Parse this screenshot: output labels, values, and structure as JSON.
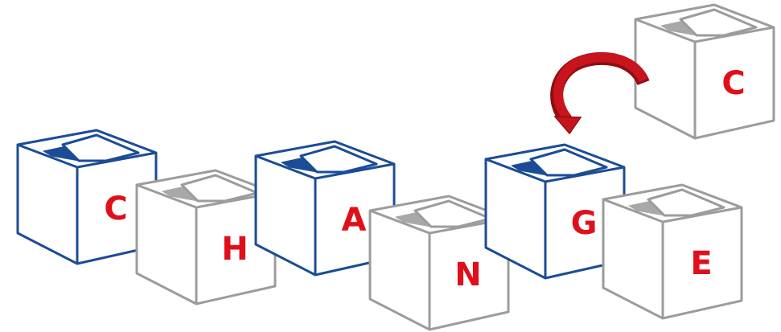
{
  "colors": {
    "blue_outline": "#1b4c96",
    "blue_inner": "#1b4c96",
    "gray_outline": "#9c9c9c",
    "gray_inner": "#a8a8a8",
    "letter": "#e0101a",
    "arrow": "#c8141c",
    "arrow_dark": "#8f0d12"
  },
  "boxes": [
    {
      "letter": "C",
      "style": "blue"
    },
    {
      "letter": "H",
      "style": "gray"
    },
    {
      "letter": "A",
      "style": "blue"
    },
    {
      "letter": "N",
      "style": "gray"
    },
    {
      "letter": "G",
      "style": "blue"
    },
    {
      "letter": "E",
      "style": "gray"
    },
    {
      "letter": "C",
      "style": "gray"
    }
  ],
  "arrow_icon": "curved-arrow-icon"
}
